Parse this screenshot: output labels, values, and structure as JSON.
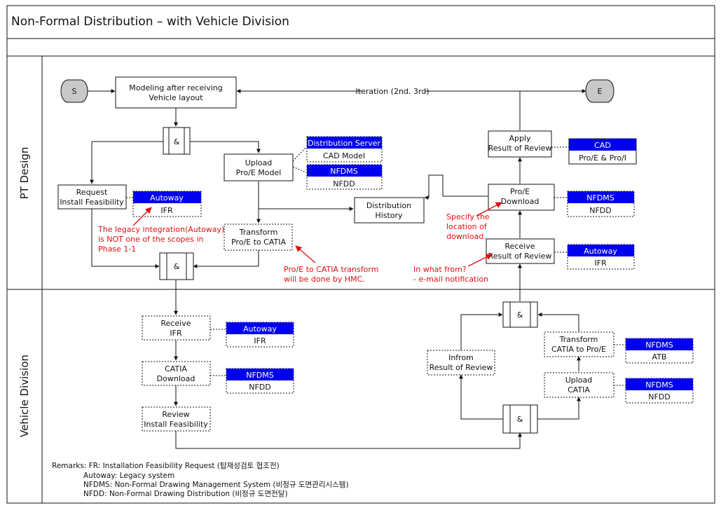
{
  "title": "Non-Formal Distribution – with Vehicle Division",
  "lanes": {
    "pt_design": "PT Design",
    "vehicle_division": "Vehicle Division"
  },
  "nodes": {
    "start": "S",
    "end": "E",
    "modeling": [
      "Modeling after receiving",
      "Vehicle layout"
    ],
    "and_symbol": "&",
    "upload_proe": [
      "Upload",
      "Pro/E Model"
    ],
    "request_install": [
      "Request",
      "Install Feasibility"
    ],
    "distribution_history": [
      "Distribution",
      "History"
    ],
    "transform_proe_catia": [
      "Transform",
      "Pro/E to CATIA"
    ],
    "apply_review": [
      "Apply",
      "Result of Review"
    ],
    "proe_download": [
      "Pro/E",
      "Download"
    ],
    "receive_review": [
      "Receive",
      "Result of Review"
    ],
    "receive_ifr": [
      "Receive",
      "IFR"
    ],
    "catia_download": [
      "CATIA",
      "Download"
    ],
    "review_install": [
      "Review",
      "Install Feasibility"
    ],
    "inform_review": [
      "Infrom",
      "Result of Review"
    ],
    "transform_catia_proe": [
      "Transform",
      "CATIA to Pro/E"
    ],
    "upload_catia": [
      "Upload",
      "CATIA"
    ]
  },
  "iteration_label": "Iteration (2nd. 3rd)",
  "systems": {
    "dist_server": {
      "name": "Distribution Server",
      "item": "CAD Model"
    },
    "nfdms_upload": {
      "name": "NFDMS",
      "item": "NFDD"
    },
    "autoway_request": {
      "name": "Autoway",
      "item": "IFR"
    },
    "cad_apply": {
      "name": "CAD",
      "item": "Pro/E & Pro/I"
    },
    "nfdms_download": {
      "name": "NFDMS",
      "item": "NFDD"
    },
    "autoway_receive": {
      "name": "Autoway",
      "item": "IFR"
    },
    "autoway_vd": {
      "name": "Autoway",
      "item": "IFR"
    },
    "nfdms_vd": {
      "name": "NFDMS",
      "item": "NFDD"
    },
    "nfdms_atb": {
      "name": "NFDMS",
      "item": "ATB"
    },
    "nfdms_upload_catia": {
      "name": "NFDMS",
      "item": "NFDD"
    }
  },
  "annotations": {
    "legacy": [
      "The legacy integration(Autoway)",
      "is NOT one of the scopes in",
      "Phase 1-1"
    ],
    "transform_hmc": [
      "Pro/E to CATIA transform",
      "will be done by HMC."
    ],
    "location": [
      "Specify the",
      "location of",
      "download."
    ],
    "in_what_form": [
      "In what from?",
      "- e-mail notification"
    ]
  },
  "remarks": [
    "Remarks: FR: Installation Feasibility Request (탑재성검토 협조전)",
    "Autoway: Legacy system",
    "NFDMS: Non-Formal Drawing Management System (비정규 도면관리시스템)",
    "NFDD: Non-Formal Drawing Distribution (비정규 도면전달)"
  ],
  "colors": {
    "system_blue": "#0000ee",
    "annotation_red": "#e01010",
    "terminal_gray": "#c8c8c8"
  }
}
